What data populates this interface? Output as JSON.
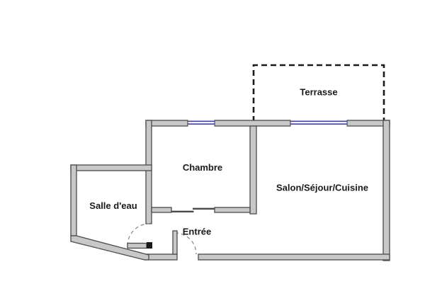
{
  "plan": {
    "type": "apartment-floor-plan",
    "rooms": [
      {
        "id": "terrasse",
        "label": "Terrasse"
      },
      {
        "id": "chambre",
        "label": "Chambre"
      },
      {
        "id": "salon",
        "label": "Salon/Séjour/Cuisine"
      },
      {
        "id": "salle_deau",
        "label": "Salle d'eau"
      },
      {
        "id": "entree",
        "label": "Entrée"
      }
    ]
  },
  "colors": {
    "background": "#ffffff",
    "wall_fill": "#c8c8c8",
    "wall_outline": "#4a4a4a",
    "window": "#3d3dc8",
    "boundary_dash": "#1a1a1a",
    "door_arc": "#8c8c8c",
    "door_hinge": "#1a1a1a",
    "label_text": "#1a1a1a"
  }
}
